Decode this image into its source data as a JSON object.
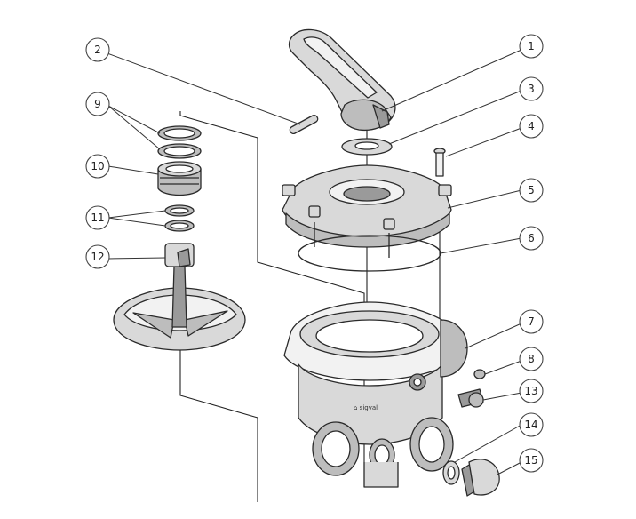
{
  "callouts": [
    {
      "label": "1"
    },
    {
      "label": "2"
    },
    {
      "label": "3"
    },
    {
      "label": "4"
    },
    {
      "label": "5"
    },
    {
      "label": "6"
    },
    {
      "label": "7"
    },
    {
      "label": "8"
    },
    {
      "label": "9"
    },
    {
      "label": "10"
    },
    {
      "label": "11"
    },
    {
      "label": "12"
    },
    {
      "label": "13"
    },
    {
      "label": "14"
    },
    {
      "label": "15"
    }
  ],
  "valve_body_marking": "⌂ sigval"
}
